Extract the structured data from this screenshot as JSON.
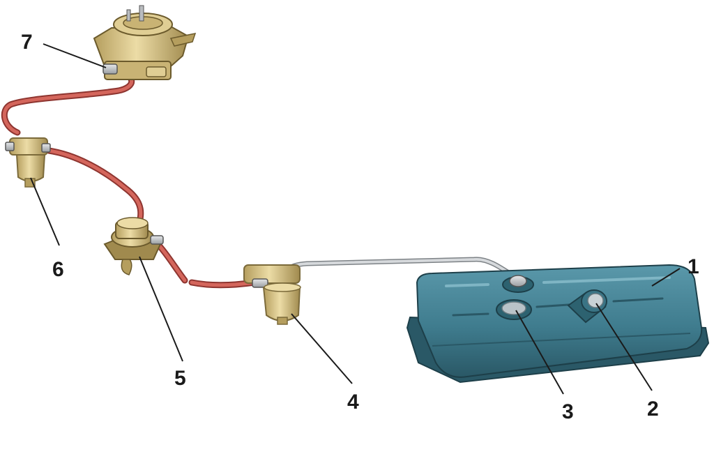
{
  "callouts": [
    {
      "id": "1",
      "label": "1"
    },
    {
      "id": "2",
      "label": "2"
    },
    {
      "id": "3",
      "label": "3"
    },
    {
      "id": "4",
      "label": "4"
    },
    {
      "id": "5",
      "label": "5"
    },
    {
      "id": "6",
      "label": "6"
    },
    {
      "id": "7",
      "label": "7"
    }
  ],
  "colors": {
    "background": "#ffffff",
    "hose_red": "#c4524a",
    "hose_red_dark": "#8e3530",
    "metal_line": "#b8bcc0",
    "tank_blue": "#3f7c8e",
    "tank_blue_dark": "#2a5866",
    "brass": "#d9c48a",
    "brass_dark": "#a08a4e",
    "ink": "#1a1a1a"
  }
}
